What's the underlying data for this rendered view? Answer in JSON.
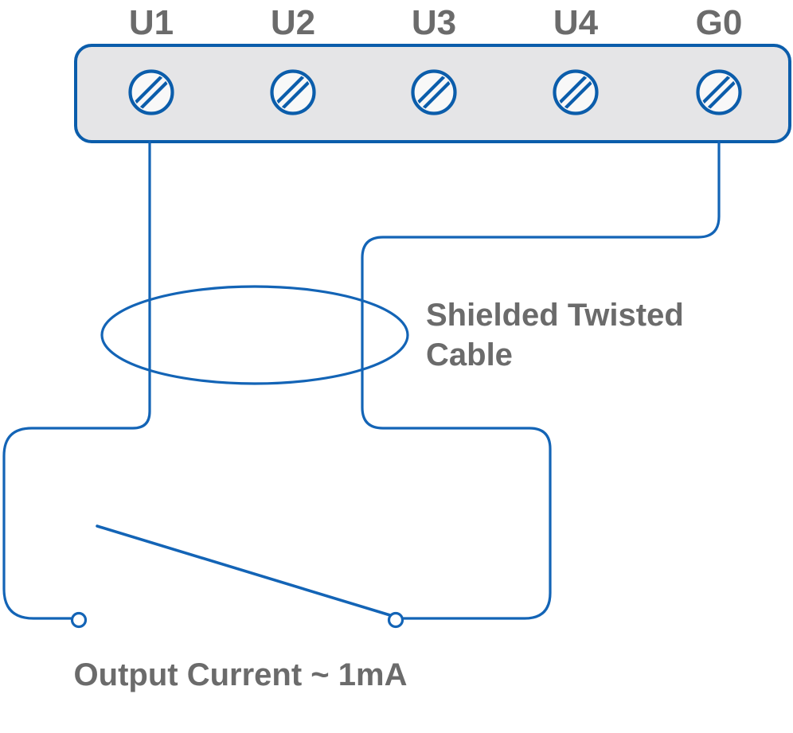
{
  "diagram": {
    "terminals": [
      {
        "label": "U1"
      },
      {
        "label": "U2"
      },
      {
        "label": "U3"
      },
      {
        "label": "U4"
      },
      {
        "label": "G0"
      }
    ],
    "cable_label": "Shielded Twisted Cable",
    "output_label": "Output Current ~ 1mA",
    "colors": {
      "wire_blue": "#1364b6",
      "component_stroke_blue": "#0b5dab",
      "terminal_block_fill": "#e5e5e7",
      "screw_fill": "#f8f8f8",
      "text_gray": "#6b6b6b",
      "background": "#ffffff"
    }
  }
}
